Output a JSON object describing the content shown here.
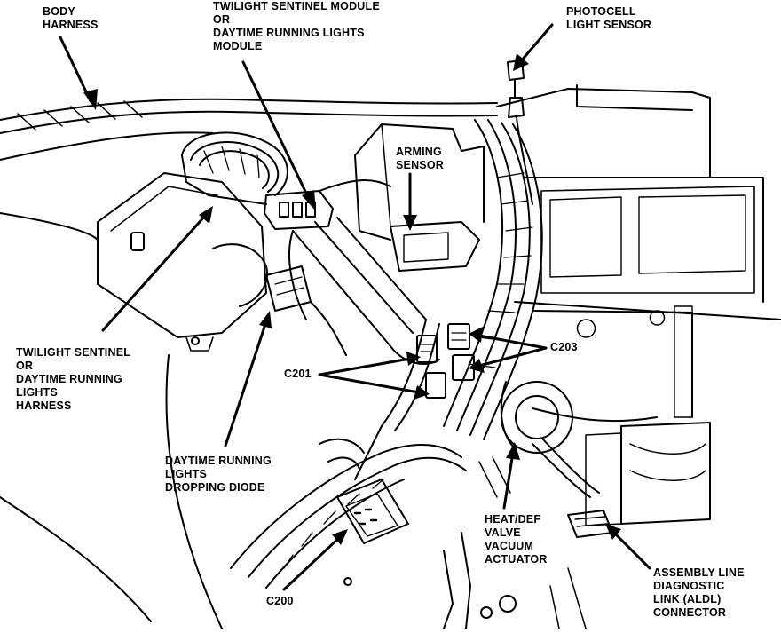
{
  "labels": {
    "body_harness": [
      "BODY",
      "HARNESS"
    ],
    "twilight_module": [
      "TWILIGHT SENTINEL MODULE",
      "OR",
      "DAYTIME RUNNING LIGHTS",
      "MODULE"
    ],
    "photocell": [
      "PHOTOCELL",
      "LIGHT SENSOR"
    ],
    "arming_sensor": [
      "ARMING",
      "SENSOR"
    ],
    "c203": "C203",
    "c201": "C201",
    "twilight_harness": [
      "TWILIGHT SENTINEL",
      "OR",
      "DAYTIME RUNNING",
      "LIGHTS",
      "HARNESS"
    ],
    "dropping_diode": [
      "DAYTIME RUNNING",
      "LIGHTS",
      "DROPPING DIODE"
    ],
    "heat_def": [
      "HEAT/DEF",
      "VALVE",
      "VACUUM",
      "ACTUATOR"
    ],
    "aldl": [
      "ASSEMBLY LINE",
      "DIAGNOSTIC",
      "LINK (ALDL)",
      "CONNECTOR"
    ],
    "c200": "C200"
  },
  "colors": {
    "ink": "#000000",
    "paper": "#ffffff"
  }
}
